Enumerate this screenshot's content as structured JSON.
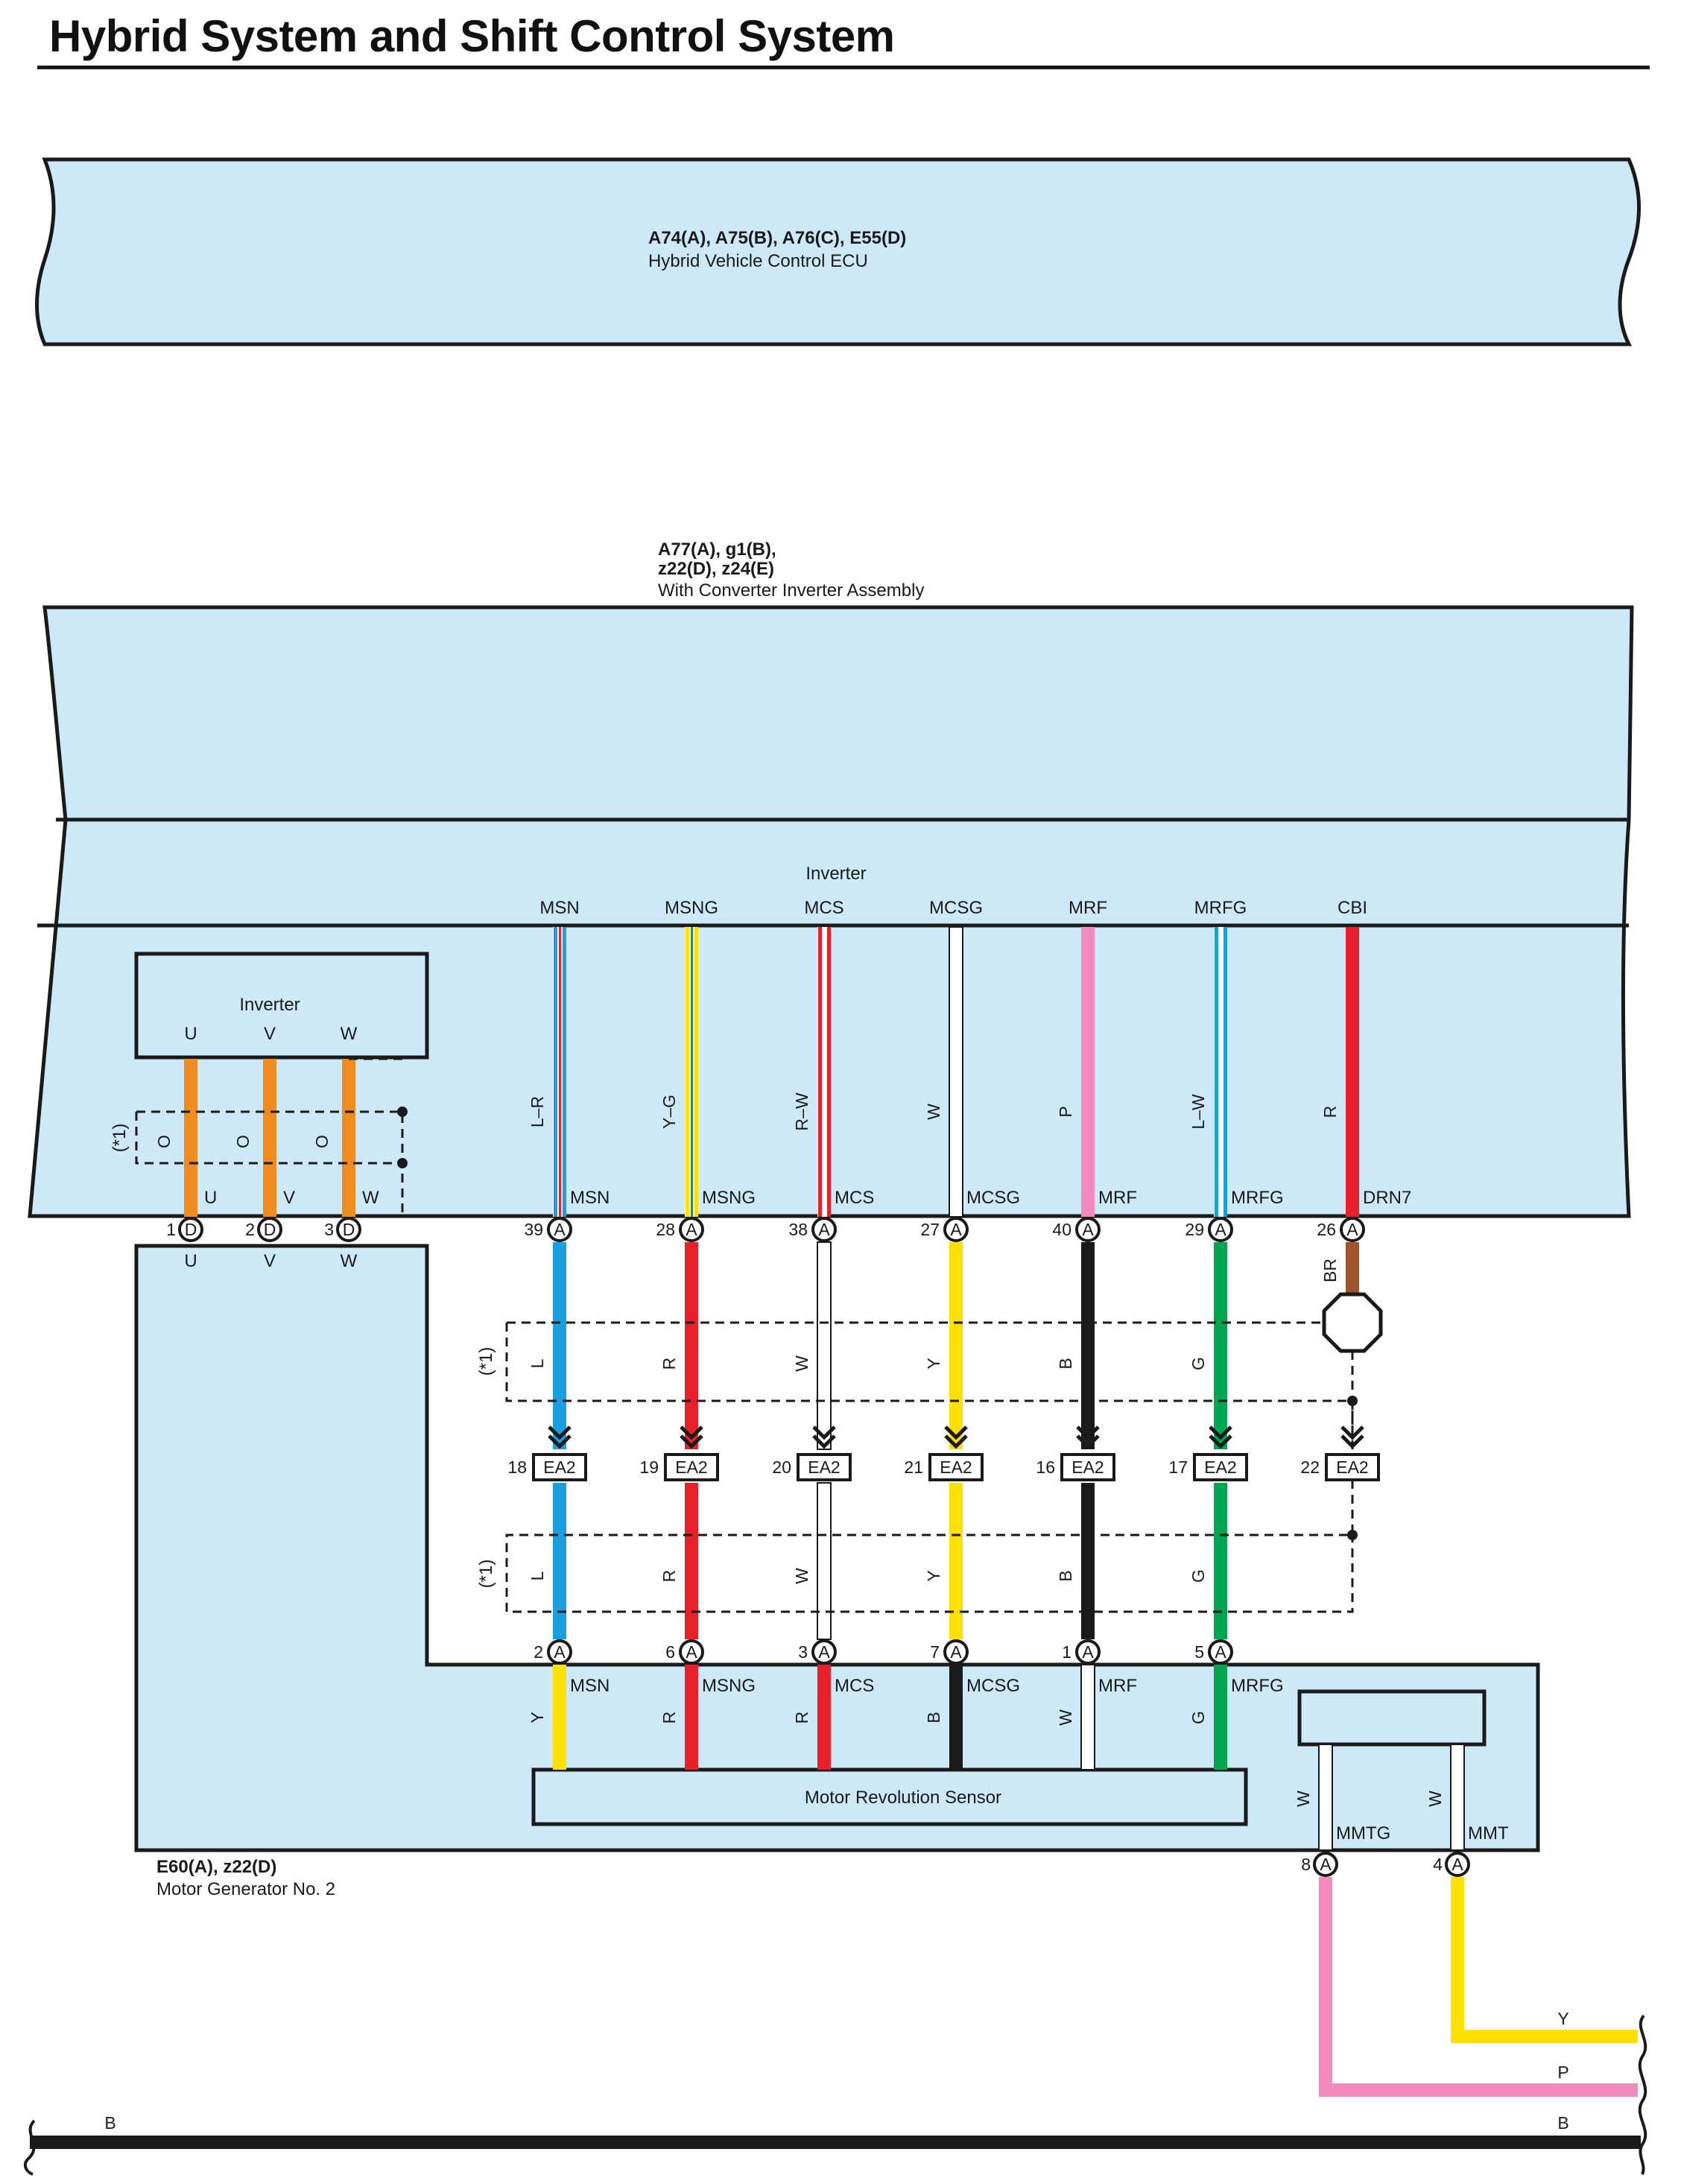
{
  "title": "Hybrid System and Shift Control System",
  "ecu": {
    "codes": "A74(A), A75(B), A76(C), E55(D)",
    "name": "Hybrid Vehicle Control ECU"
  },
  "converter": {
    "codes_line1": "A77(A), g1(B),",
    "codes_line2": "z22(D), z24(E)",
    "name": "With Converter Inverter Assembly",
    "inverter_label": "Inverter",
    "inner_inverter_label": "Inverter",
    "uvw_labels": [
      "U",
      "V",
      "W"
    ],
    "uvw_wire_colors": [
      "O",
      "O",
      "O"
    ],
    "uvw_pins": [
      "1",
      "2",
      "3"
    ],
    "uvw_connector": "D",
    "note": "(*1)"
  },
  "signals": [
    {
      "name": "MSN",
      "top_wire": "L–R",
      "pin": "39",
      "ea2": "18",
      "lower_wire": "L",
      "mg_pin": "2",
      "mg_wire": "Y",
      "mg_name": "MSN"
    },
    {
      "name": "MSNG",
      "top_wire": "Y–G",
      "pin": "28",
      "ea2": "19",
      "lower_wire": "R",
      "mg_pin": "6",
      "mg_wire": "R",
      "mg_name": "MSNG"
    },
    {
      "name": "MCS",
      "top_wire": "R–W",
      "pin": "38",
      "ea2": "20",
      "lower_wire": "W",
      "mg_pin": "3",
      "mg_wire": "R",
      "mg_name": "MCS"
    },
    {
      "name": "MCSG",
      "top_wire": "W",
      "pin": "27",
      "ea2": "21",
      "lower_wire": "Y",
      "mg_pin": "7",
      "mg_wire": "B",
      "mg_name": "MCSG"
    },
    {
      "name": "MRF",
      "top_wire": "P",
      "pin": "40",
      "ea2": "16",
      "lower_wire": "B",
      "mg_pin": "1",
      "mg_wire": "W",
      "mg_name": "MRF"
    },
    {
      "name": "MRFG",
      "top_wire": "L–W",
      "pin": "29",
      "ea2": "17",
      "lower_wire": "G",
      "mg_pin": "5",
      "mg_wire": "G",
      "mg_name": "MRFG"
    },
    {
      "name": "CBI",
      "top_wire": "R",
      "pin": "26",
      "ea2": "22",
      "bottom_label": "DRN7",
      "shield_wire": "BR"
    }
  ],
  "connector_letter": "A",
  "ea2_label": "EA2",
  "mg": {
    "codes": "E60(A), z22(D)",
    "name": "Motor Generator No. 2",
    "sensor_label": "Motor Revolution Sensor",
    "mmtg": {
      "name": "MMTG",
      "pin": "8",
      "wire": "W"
    },
    "mmt": {
      "name": "MMT",
      "pin": "4",
      "wire": "W"
    },
    "out_wires": [
      "Y",
      "P"
    ]
  },
  "ground": {
    "left_label": "B",
    "right_label": "B"
  },
  "colors": {
    "panel": "#cde9f8",
    "L": "#1aa0e0",
    "R": "#e8202a",
    "Y": "#ffe000",
    "G": "#00a650",
    "B": "#1a1a1a",
    "P": "#f28cbf",
    "W": "#ffffff",
    "O": "#f08c1e",
    "BR": "#a0522d"
  }
}
